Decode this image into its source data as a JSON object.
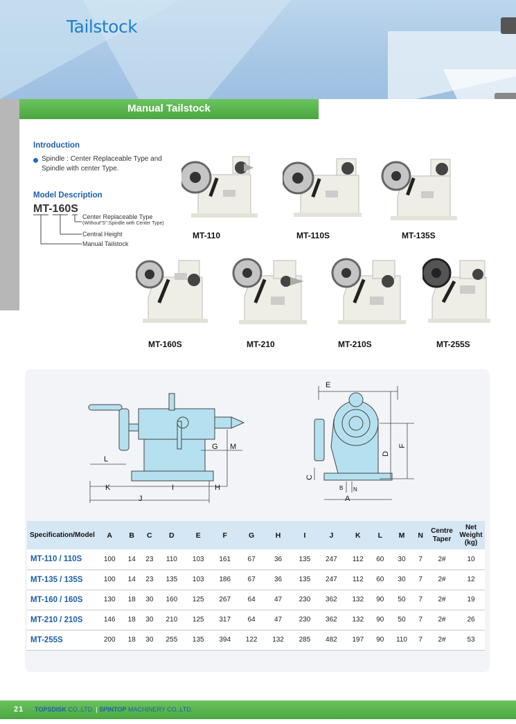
{
  "header": {
    "title": "Tailstock"
  },
  "section": {
    "title": "Manual Tailstock"
  },
  "intro": {
    "heading": "Introduction",
    "bullet": "Spindle : Center Replaceable Type and Spindle with center Type."
  },
  "model_desc": {
    "heading": "Model Description",
    "code": "MT-160S",
    "legend": {
      "s_type": "Center Replaceable Type",
      "s_sub": "(Without\"S\":Spindle with Center Type)",
      "height": "Central Height",
      "mt": "Manual Tailstock"
    }
  },
  "products": [
    "MT-110",
    "MT-110S",
    "MT-135S",
    "MT-160S",
    "MT-210",
    "MT-210S",
    "MT-255S"
  ],
  "drawing_labels": {
    "L": "L",
    "K": "K",
    "I": "I",
    "H": "H",
    "J": "J",
    "G": "G",
    "M": "M",
    "E": "E",
    "F": "F",
    "D": "D",
    "C": "C",
    "A": "A",
    "B": "B",
    "N": "N"
  },
  "table": {
    "headers": [
      "Specification/Model",
      "A",
      "B",
      "C",
      "D",
      "E",
      "F",
      "G",
      "H",
      "I",
      "J",
      "K",
      "L",
      "M",
      "N"
    ],
    "taper_header": [
      "Centre",
      "Taper"
    ],
    "weight_header": [
      "Net",
      "Weight",
      "(kg)"
    ],
    "rows": [
      [
        "MT-110 / 110S",
        "100",
        "14",
        "23",
        "110",
        "103",
        "161",
        "67",
        "36",
        "135",
        "247",
        "112",
        "60",
        "30",
        "7",
        "2#",
        "10"
      ],
      [
        "MT-135 / 135S",
        "100",
        "14",
        "23",
        "135",
        "103",
        "186",
        "67",
        "36",
        "135",
        "247",
        "112",
        "60",
        "30",
        "7",
        "2#",
        "12"
      ],
      [
        "MT-160 / 160S",
        "130",
        "18",
        "30",
        "160",
        "125",
        "267",
        "64",
        "47",
        "230",
        "362",
        "132",
        "90",
        "50",
        "7",
        "2#",
        "19"
      ],
      [
        "MT-210 / 210S",
        "146",
        "18",
        "30",
        "210",
        "125",
        "317",
        "64",
        "47",
        "230",
        "362",
        "132",
        "90",
        "50",
        "7",
        "2#",
        "26"
      ],
      [
        "MT-255S",
        "200",
        "18",
        "30",
        "255",
        "135",
        "394",
        "122",
        "132",
        "285",
        "482",
        "197",
        "90",
        "110",
        "7",
        "2#",
        "53"
      ]
    ]
  },
  "footer": {
    "page": "21",
    "co1_bold": "TOPSDISK",
    "co1": " CO.,LTD.",
    "sep": "  |  ",
    "co2_bold": "SPINTOP",
    "co2": " MACHINERY CO.,LTD."
  },
  "colors": {
    "green": "#4aa740",
    "blue": "#1c5fa8",
    "table_head": "#d5e6f4"
  }
}
